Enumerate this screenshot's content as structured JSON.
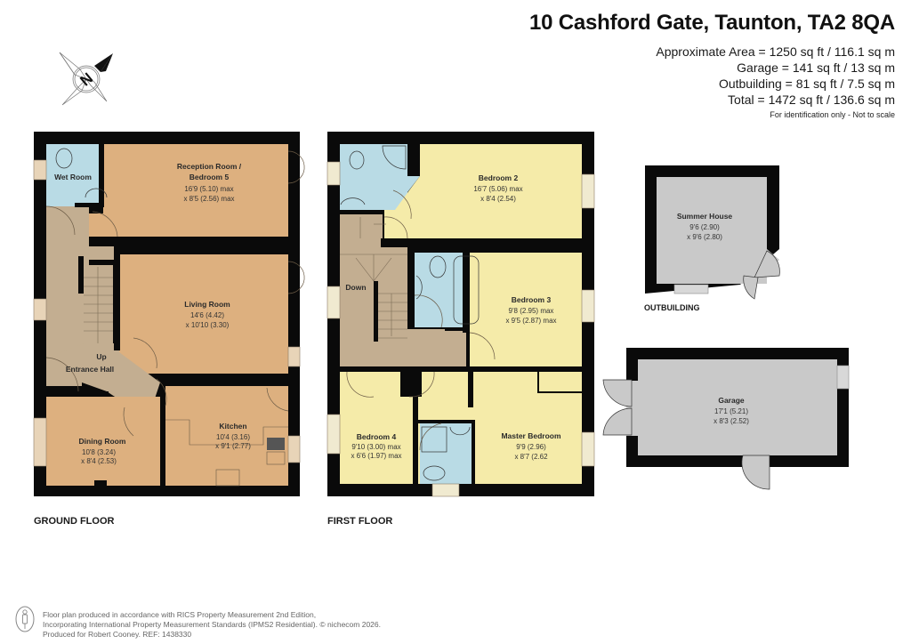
{
  "header": {
    "address": "10 Cashford Gate, Taunton, TA2 8QA",
    "areas": [
      "Approximate Area = 1250 sq ft / 116.1 sq m",
      "Garage = 141 sq ft / 13 sq m",
      "Outbuilding = 81 sq ft / 7.5 sq m",
      "Total = 1472 sq ft / 136.6 sq m"
    ],
    "disclaimer": "For identification only - Not to scale"
  },
  "compass": {
    "icon": "compass-north-icon",
    "letter": "N"
  },
  "colors": {
    "wall": "#0a0a0a",
    "room_orange": "#ddb07f",
    "hall_brown": "#c3ae91",
    "bedroom_yellow": "#f5eba9",
    "bathroom_blue": "#b9dbe5",
    "outbuilding_grey": "#c9c9c9"
  },
  "ground_floor": {
    "label": "GROUND FLOOR",
    "rooms": {
      "wet_room": {
        "name": "Wet Room"
      },
      "reception": {
        "name_line1": "Reception Room /",
        "name_line2": "Bedroom 5",
        "dim1": "16'9 (5.10) max",
        "dim2": "x 8'5 (2.56) max"
      },
      "living": {
        "name": "Living Room",
        "dim1": "14'6 (4.42)",
        "dim2": "x 10'10 (3.30)"
      },
      "hall": {
        "up": "Up",
        "name": "Entrance Hall"
      },
      "dining": {
        "name": "Dining Room",
        "dim1": "10'8 (3.24)",
        "dim2": "x 8'4 (2.53)"
      },
      "kitchen": {
        "name": "Kitchen",
        "dim1": "10'4 (3.16)",
        "dim2": "x 9'1 (2.77)"
      }
    }
  },
  "first_floor": {
    "label": "FIRST FLOOR",
    "rooms": {
      "bedroom2": {
        "name": "Bedroom 2",
        "dim1": "16'7 (5.06) max",
        "dim2": "x 8'4 (2.54)"
      },
      "landing": {
        "down": "Down"
      },
      "bedroom3": {
        "name": "Bedroom 3",
        "dim1": "9'8 (2.95) max",
        "dim2": "x 9'5 (2.87) max"
      },
      "bedroom4": {
        "name": "Bedroom 4",
        "dim1": "9'10 (3.00) max",
        "dim2": "x 6'6 (1.97) max"
      },
      "master": {
        "name": "Master Bedroom",
        "dim1": "9'9 (2.96)",
        "dim2": "x 8'7 (2.62"
      }
    }
  },
  "outbuilding": {
    "label": "OUTBUILDING",
    "summer_house": {
      "name": "Summer House",
      "dim1": "9'6 (2.90)",
      "dim2": "x 9'6 (2.80)"
    }
  },
  "garage": {
    "name": "Garage",
    "dim1": "17'1 (5.21)",
    "dim2": "x 8'3 (2.52)"
  },
  "footer": {
    "line1": "Floor plan produced in accordance with RICS Property Measurement 2nd Edition,",
    "line2": "Incorporating International Property Measurement Standards (IPMS2 Residential).   © nichecom 2026.",
    "line3": "Produced for Robert Cooney.   REF:   1438330",
    "icon": "person-measure-icon"
  }
}
